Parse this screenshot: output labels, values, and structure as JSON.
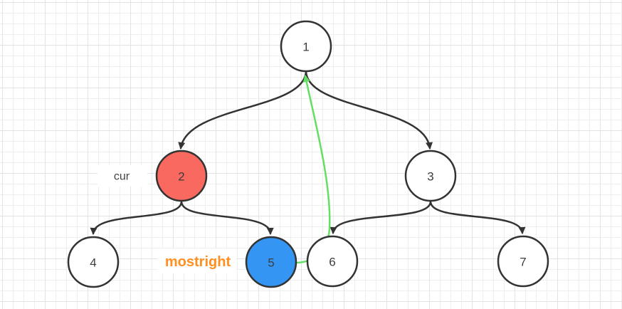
{
  "diagram": {
    "title": "binary tree traversal diagram",
    "nodes": [
      {
        "id": "1",
        "value": "1",
        "state": "normal"
      },
      {
        "id": "2",
        "value": "2",
        "state": "current"
      },
      {
        "id": "3",
        "value": "3",
        "state": "normal"
      },
      {
        "id": "4",
        "value": "4",
        "state": "normal"
      },
      {
        "id": "5",
        "value": "5",
        "state": "mostright"
      },
      {
        "id": "6",
        "value": "6",
        "state": "normal"
      },
      {
        "id": "7",
        "value": "7",
        "state": "normal"
      }
    ],
    "edges": [
      {
        "from": "1",
        "to": "2",
        "type": "tree"
      },
      {
        "from": "1",
        "to": "3",
        "type": "tree"
      },
      {
        "from": "2",
        "to": "4",
        "type": "tree"
      },
      {
        "from": "2",
        "to": "5",
        "type": "tree"
      },
      {
        "from": "3",
        "to": "6",
        "type": "tree"
      },
      {
        "from": "3",
        "to": "7",
        "type": "tree"
      },
      {
        "from": "5",
        "to": "1",
        "type": "back-link"
      }
    ],
    "annotations": {
      "cur": "cur",
      "mostright": "mostright"
    },
    "colors": {
      "node_stroke": "#333333",
      "node_fill": "#ffffff",
      "node_text": "#3d3d3d",
      "red_fill": "#f9695f",
      "blue_fill": "#3496f2",
      "edge": "#333333",
      "green_edge": "#63e063",
      "orange_text": "#ff8f1f",
      "cur_text": "#444444",
      "label_bg": "#ffffff",
      "grid_minor": "#efefef",
      "grid_major": "#e3e3e3",
      "background": "#ffffff"
    }
  }
}
